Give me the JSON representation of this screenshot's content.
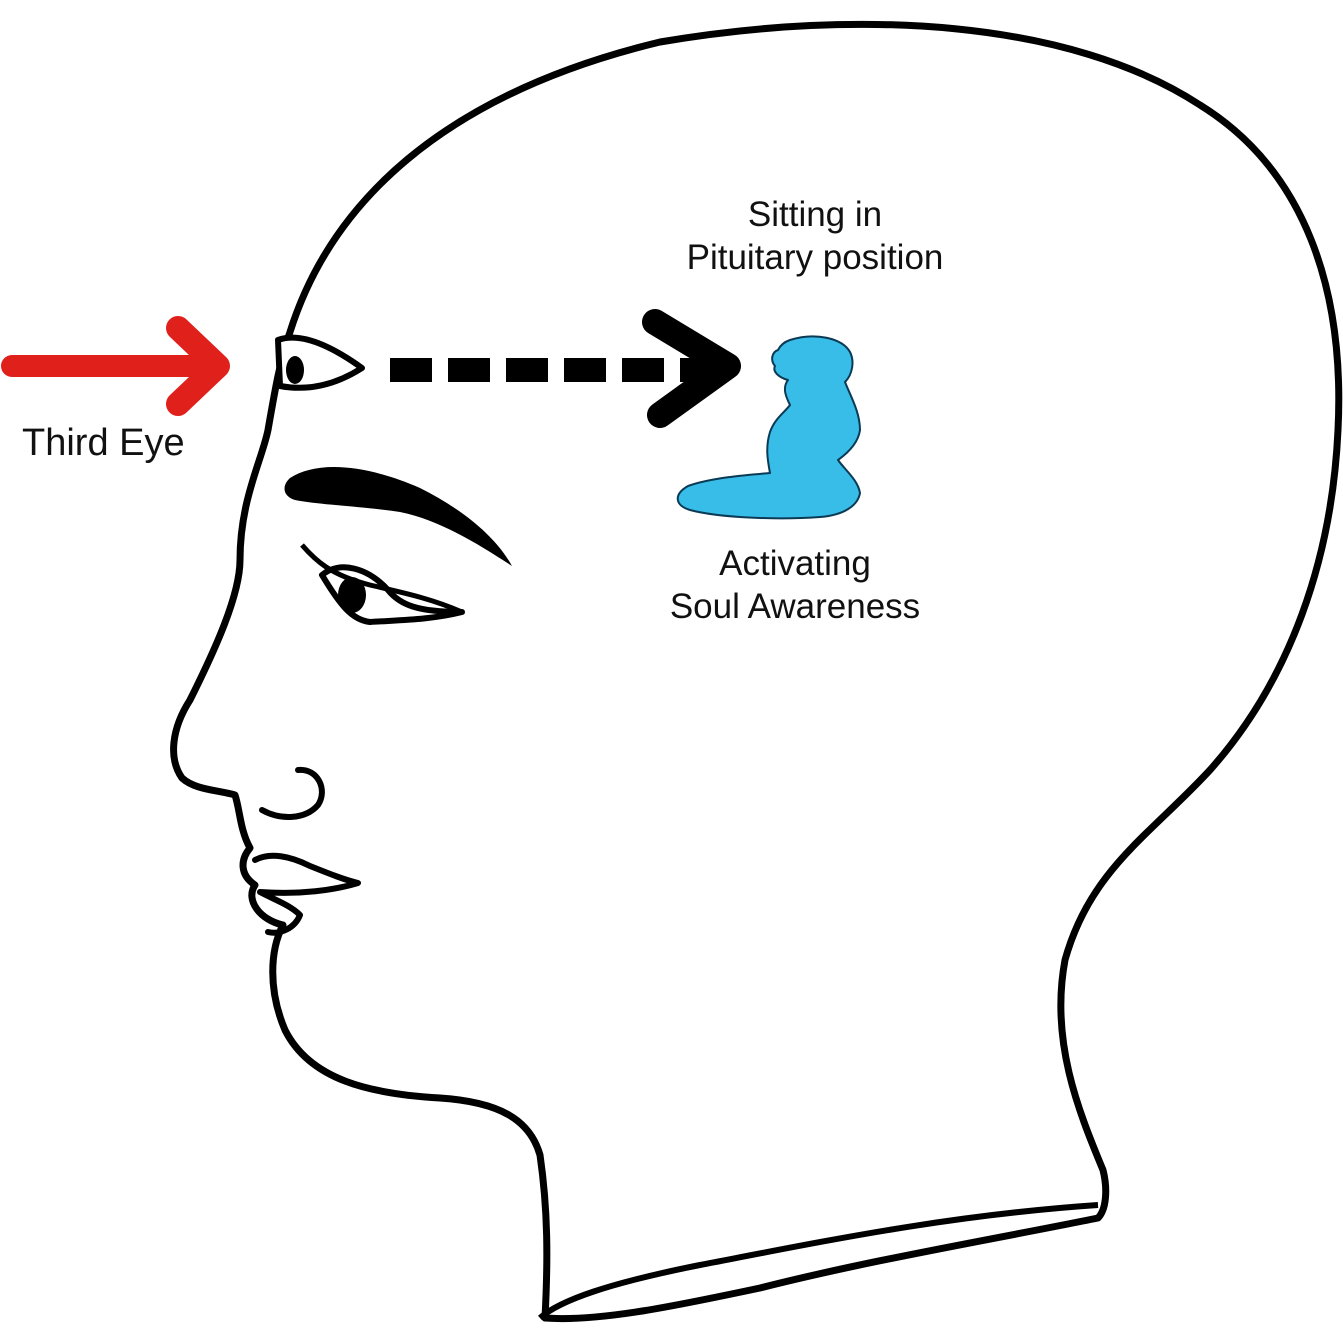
{
  "labels": {
    "third_eye": "Third Eye",
    "pituitary_line1": "Sitting in",
    "pituitary_line2": "Pituitary position",
    "soul_line1": "Activating",
    "soul_line2": "Soul Awareness"
  },
  "colors": {
    "outline": "#000000",
    "pointer_arrow": "#e0201b",
    "soul_figure": "#38bde8",
    "background": "#ffffff"
  },
  "icons": {
    "pointer": "red-arrow-icon",
    "gaze": "dashed-arrow-icon",
    "figure": "meditating-figure-icon"
  }
}
